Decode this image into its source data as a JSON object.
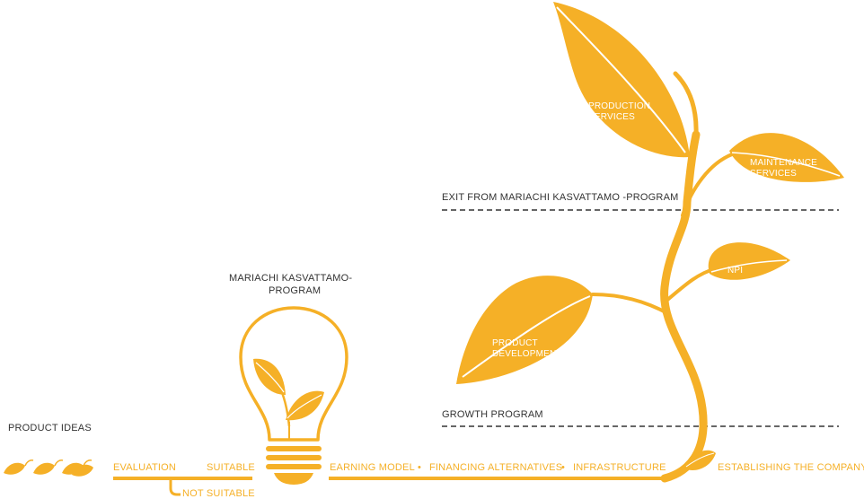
{
  "colors": {
    "accent": "#F5B027",
    "text": "#333333",
    "on_accent": "#FFFFFF"
  },
  "labels": {
    "product_ideas": "PRODUCT IDEAS",
    "program_title_line1": "MARIACHI KASVATTAMO-",
    "program_title_line2": "PROGRAM",
    "exit": "EXIT FROM MARIACHI KASVATTAMO -PROGRAM",
    "growth": "GROWTH PROGRAM"
  },
  "flow": {
    "evaluation": "EVALUATION",
    "suitable": "SUITABLE",
    "not_suitable": "NOT SUITABLE",
    "earning_model": "EARNING MODEL",
    "financing": "FINANCING ALTERNATIVES",
    "infrastructure": "INFRASTRUCTURE",
    "bullet": "•",
    "establishing": "ESTABLISHING THE COMPANY"
  },
  "leaves": {
    "production_1": "PRODUCTION",
    "production_2": "SERVICES",
    "maintenance_1": "MAINTENANCE",
    "maintenance_2": "SERVICES",
    "npi": "NPI",
    "product_dev_1": "PRODUCT",
    "product_dev_2": "DEVELOPMENT"
  },
  "icons": [
    "seed-leaf-icon",
    "lightbulb-icon",
    "sprout-icon",
    "plant-stem-icon"
  ]
}
